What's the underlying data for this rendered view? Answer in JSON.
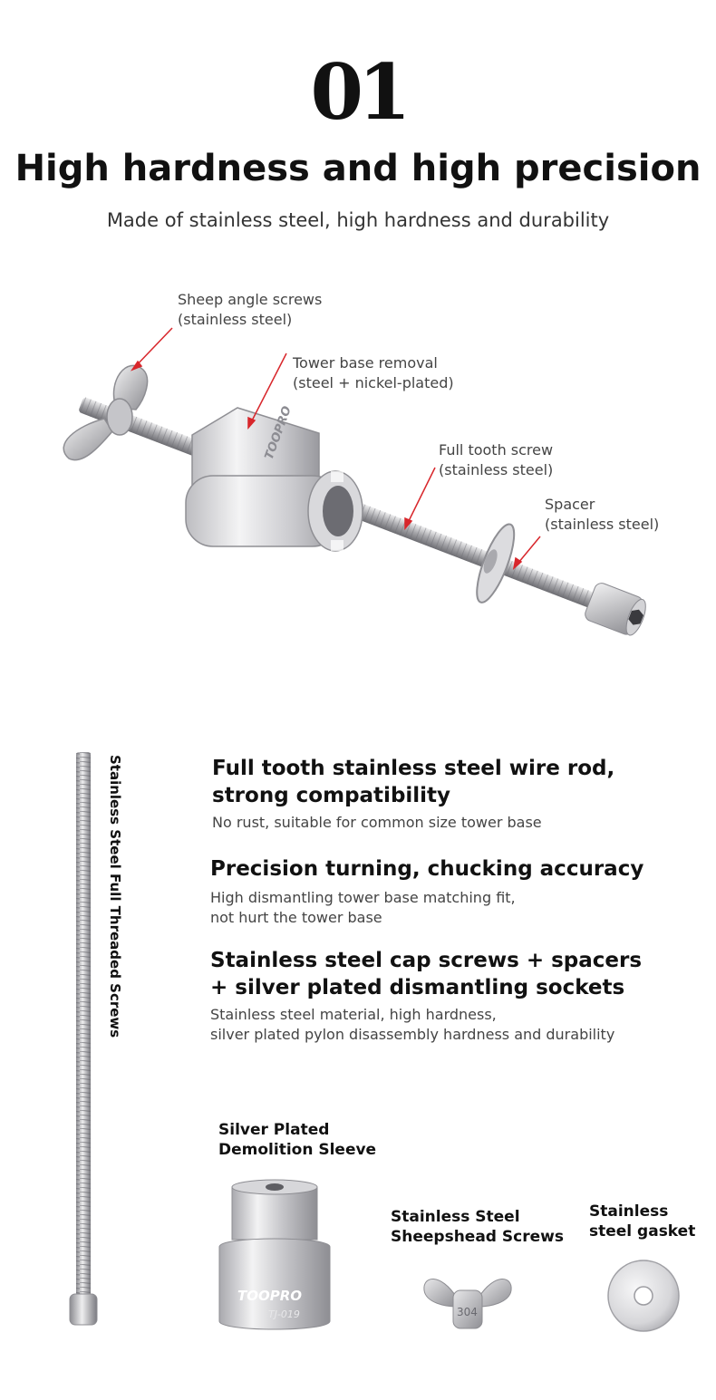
{
  "header": {
    "number": "01",
    "title": "High hardness and high precision",
    "subtitle": "Made of stainless steel, high hardness and durability"
  },
  "callouts": [
    {
      "name": "Sheep angle screws",
      "material": "(stainless steel)"
    },
    {
      "name": "Tower base removal",
      "material": "(steel + nickel-plated)"
    },
    {
      "name": "Full tooth screw",
      "material": "(stainless steel)"
    },
    {
      "name": "Spacer",
      "material": "(stainless steel)"
    }
  ],
  "side_label": "Stainless Steel Full Threaded Screws",
  "features": [
    {
      "title_lines": [
        "Full tooth stainless steel wire rod,",
        "strong compatibility"
      ],
      "desc_lines": [
        "No rust, suitable for common size tower base"
      ]
    },
    {
      "title_lines": [
        "Precision turning, chucking accuracy"
      ],
      "desc_lines": [
        "High dismantling tower base matching fit,",
        "not hurt the tower base"
      ]
    },
    {
      "title_lines": [
        "Stainless steel cap screws + spacers",
        "+ silver plated dismantling sockets"
      ],
      "desc_lines": [
        "Stainless steel material, high hardness,",
        "silver plated pylon disassembly hardness and durability"
      ]
    }
  ],
  "parts": [
    {
      "label_lines": [
        "Silver Plated",
        "Demolition Sleeve"
      ],
      "engraving": "TOOPRO",
      "model": "TJ-019"
    },
    {
      "label_lines": [
        "Stainless Steel",
        "Sheepshead Screws"
      ],
      "engraving": "304"
    },
    {
      "label_lines": [
        "Stainless",
        "steel gasket"
      ]
    }
  ],
  "assembly_engraving": "TOOPRO",
  "colors": {
    "pointer": "#d8262b",
    "steel_light": "#e4e4e6",
    "steel_mid": "#b9b9bd",
    "steel_dark": "#7c7c82"
  }
}
